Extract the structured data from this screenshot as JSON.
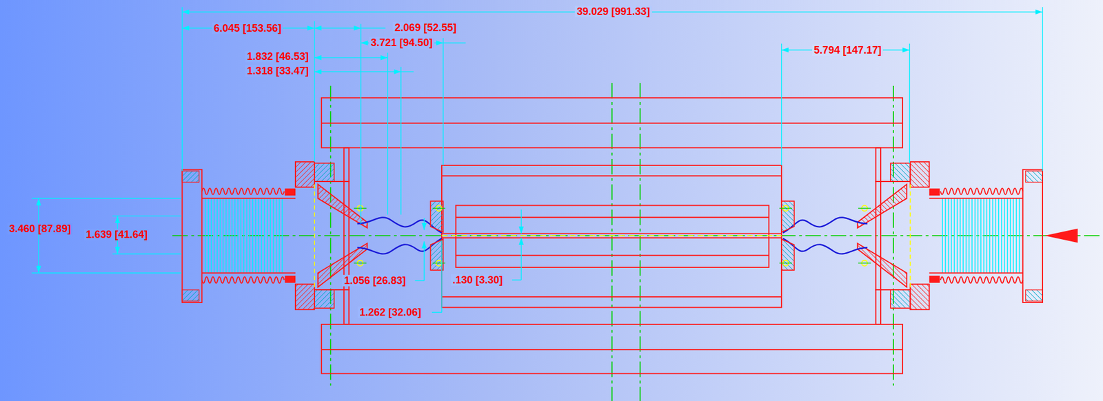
{
  "diagram": {
    "labels": [
      "39.029 [991.33]",
      "6.045 [153.56]",
      "2.069 [52.55]",
      "3.721 [94.50]",
      "5.794 [147.17]",
      "1.832 [46.53]",
      "1.318 [33.47]",
      "3.460 [87.89]",
      "1.639 [41.64]",
      "1.056 [26.83]",
      ".130 [3.30]",
      "1.262 [32.06]"
    ]
  }
}
